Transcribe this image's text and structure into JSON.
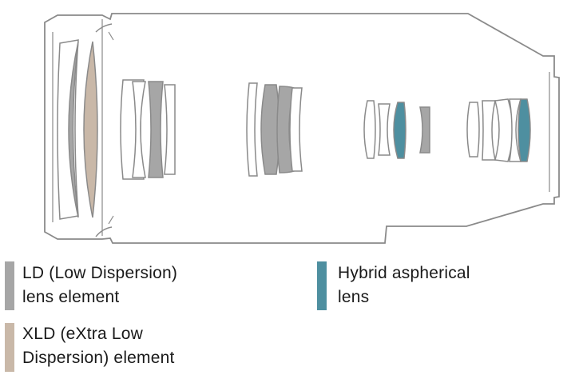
{
  "colors": {
    "ld": "#a6a6a6",
    "xld": "#c9b8a8",
    "hybrid": "#4e8fa0",
    "outline": "#8a8a8a",
    "background": "#ffffff"
  },
  "legend": [
    {
      "key": "ld",
      "line1": "LD (Low Dispersion)",
      "line2": "lens element"
    },
    {
      "key": "xld",
      "line1": "XLD (eXtra Low",
      "line2": "Dispersion) element"
    },
    {
      "key": "hybrid",
      "line1": "Hybrid aspherical",
      "line2": "lens"
    }
  ]
}
